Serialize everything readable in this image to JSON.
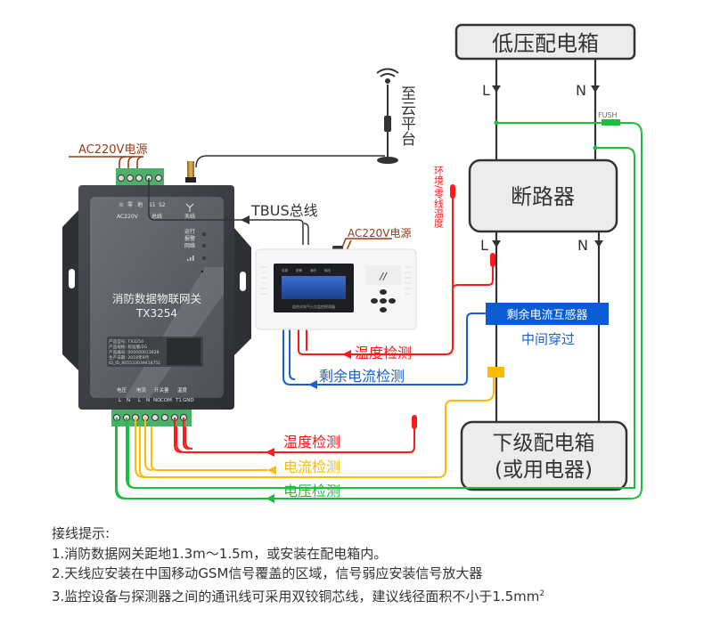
{
  "gateway": {
    "name": "消防数据物联网关",
    "model": "TX3254",
    "power_group_labels": [
      "火",
      "零",
      "地"
    ],
    "power_group_caption": "AC220V",
    "bus_labels": [
      "S1",
      "S2"
    ],
    "bus_caption": "总线",
    "antenna_caption": "天线",
    "indicators": [
      "运行",
      "报警",
      "网络",
      "信号"
    ],
    "nameplate": [
      "产品型号: TX3254",
      "产品规格: 标准版/2G",
      "产品编号: 000000013628",
      "生产日期: 2018年9月",
      "ID_ID_865533039418751"
    ],
    "bottom_groups": [
      {
        "label": "电压",
        "pins": [
          "L",
          "N"
        ]
      },
      {
        "label": "电流",
        "pins": [
          "L",
          "N"
        ]
      },
      {
        "label": "开关量",
        "pins": [
          "NO",
          "COM"
        ]
      },
      {
        "label": "温度",
        "pins": [
          "T1",
          "GND"
        ]
      }
    ]
  },
  "detector": {
    "caption": "组合式电气火灾监控探测器",
    "indicators": [
      "电源",
      "报警",
      "通讯",
      "输出"
    ]
  },
  "labels": {
    "gateway_power": "AC220V电源",
    "detector_power": "AC220V电源",
    "tbus": "TBUS总线",
    "cloud": "至云平台",
    "env_temp": "环境/零线温度",
    "temp_detect_top": "温度检测",
    "residual_detect": "剩余电流检测",
    "temp_detect_bottom": "温度检测",
    "current_detect": "电流检测",
    "voltage_detect": "电压检测",
    "fuse": "FUSH",
    "L": "L",
    "N": "N",
    "residual_ct": "剩余电流互感器",
    "pass_through": "中间穿过"
  },
  "boxes": {
    "low_voltage": "低压配电箱",
    "breaker": "断路器",
    "sub_box_line1": "下级配电箱",
    "sub_box_line2": "(或用电器)"
  },
  "notes": {
    "title": "接线提示:",
    "items": [
      "1.消防数据网关距地1.3m～1.5m，或安装在配电箱内。",
      "2.天线应安装在中国移动GSM信号覆盖的区域，信号弱应安装信号放大器",
      "3.监控设备与探测器之间的通讯线可采用双铰铜芯线，建议线径面积不小于1.5mm"
    ],
    "superscript": "2"
  },
  "colors": {
    "red": "#ff1a1a",
    "blue": "#1a5fd6",
    "yellow": "#ffbb00",
    "green": "#1dbf3a",
    "brown": "#9a3a10",
    "dark": "#333333",
    "ct_blue": "#0b5bd3"
  }
}
